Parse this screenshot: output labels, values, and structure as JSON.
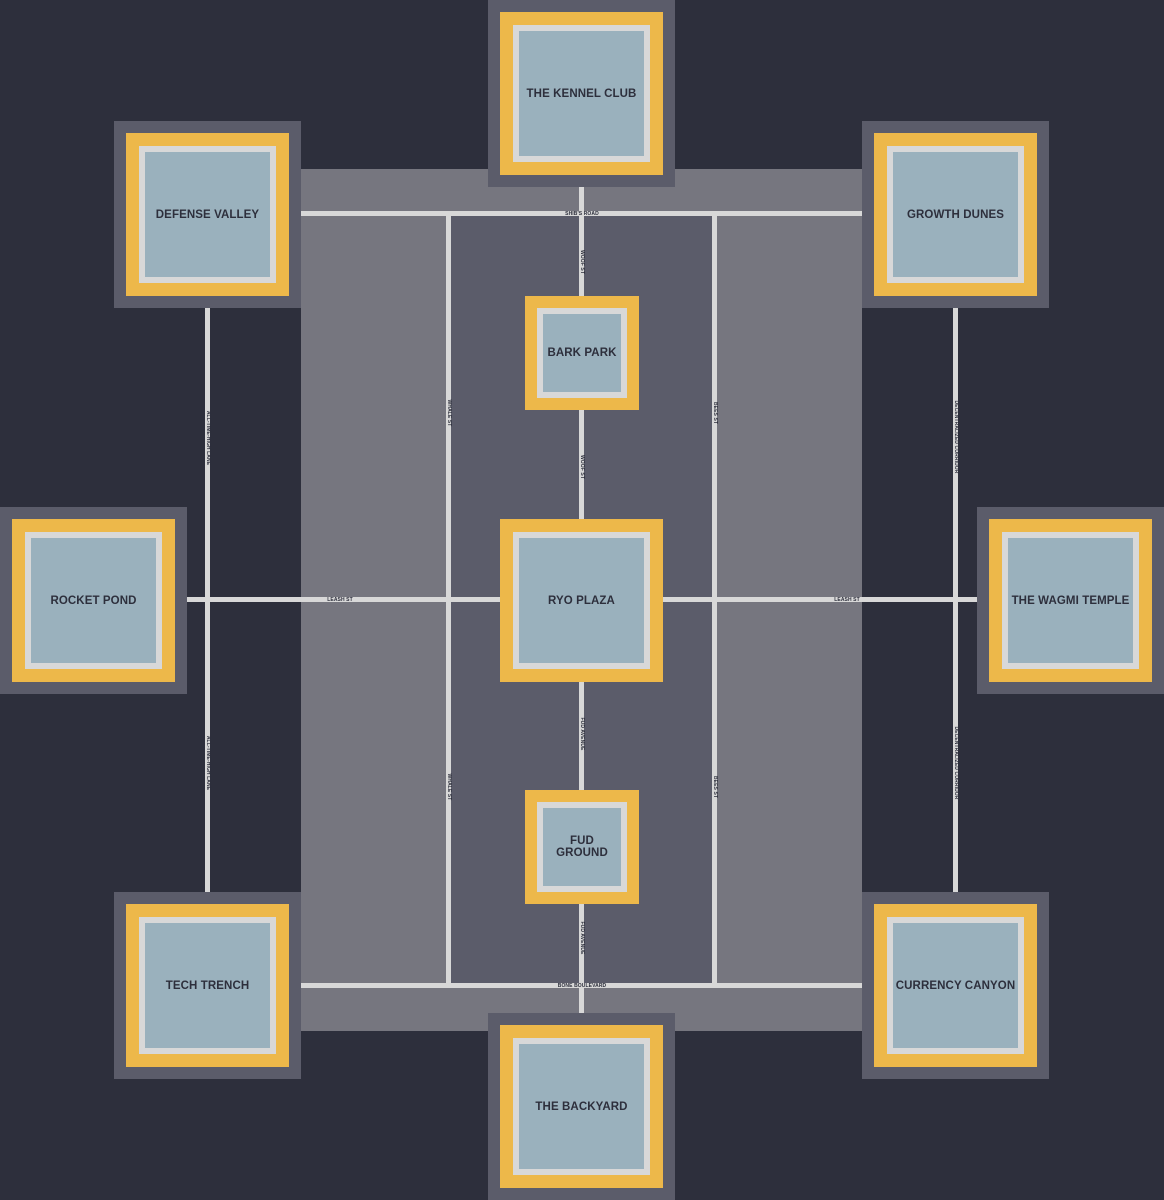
{
  "colors": {
    "background": "#2d2f3c",
    "zone_outer": "#76767f",
    "zone_inner": "#5b5c6a",
    "road": "#d8d8d8",
    "district_border": "#edb84a",
    "district_tile": "#9ab1bd",
    "label_text": "#2d2f3c"
  },
  "districts": {
    "kennel_club": "THE KENNEL CLUB",
    "defense_valley": "DEFENSE VALLEY",
    "growth_dunes": "GROWTH DUNES",
    "bark_park": "BARK PARK",
    "rocket_pond": "ROCKET POND",
    "ryo_plaza": "RYO PLAZA",
    "wagmi_temple": "THE WAGMI TEMPLE",
    "fud_ground": "FUD GROUND",
    "tech_trench": "TECH TRENCH",
    "currency_canyon": "CURRENCY CANYON",
    "backyard": "THE BACKYARD"
  },
  "roads": {
    "shibs_road": "SHIB'S ROAD",
    "woof_st_top": "WOOF ST",
    "woof_st_mid": "WOOF ST",
    "whale_st_top": "WHALE ST",
    "whale_st_bottom": "WHALE ST",
    "bees_st_top": "BEES ST",
    "bees_st_bottom": "BEES ST",
    "all_time_high_top": "ALL-TIME-HIGH LANE",
    "all_time_high_bottom": "ALL-TIME-HIGH LANE",
    "decentralized_top": "DECENTRALIZED CORRIDOR",
    "decentralized_bottom": "DECENTRALIZED CORRIDOR",
    "leash_st_left": "LEASH ST",
    "leash_st_right": "LEASH ST",
    "fud_avenue_top": "FUD AVENUE",
    "fud_avenue_bottom": "FUD AVENUE",
    "bone_boulevard": "BONE BOULEVARD"
  }
}
